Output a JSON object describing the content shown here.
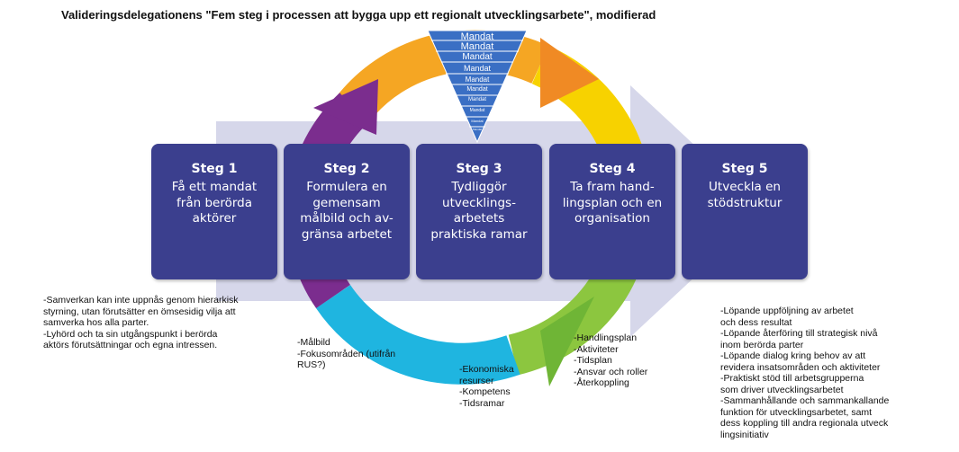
{
  "title": "Valideringsdelegationens \"Fem steg i processen att bygga upp ett regionalt utvecklingsarbete\", modifierad",
  "pyramid": {
    "labels": [
      "Mandat",
      "Mandat",
      "Mandat",
      "Mandat",
      "Mandat",
      "Mandat",
      "Mandat",
      "Mandat",
      "Mandat",
      "Mandat"
    ],
    "color": "#3a6fc4"
  },
  "cycle_colors": [
    "#f5a623",
    "#f7d200",
    "#8cc63f",
    "#1fb5e0",
    "#7b2d8e"
  ],
  "steps": [
    {
      "heading": "Steg 1",
      "text": "Få ett mandat\nfrån berörda\naktörer"
    },
    {
      "heading": "Steg 2",
      "text": "Formulera en\ngemensam\nmålbild och av-\ngränsa arbetet"
    },
    {
      "heading": "Steg 3",
      "text": "Tydliggör\nutvecklings-\narbetets\npraktiska ramar"
    },
    {
      "heading": "Steg 4",
      "text": "Ta fram hand-\nlingsplan och en\norganisation"
    },
    {
      "heading": "Steg 5",
      "text": "Utveckla en\nstödstruktur"
    }
  ],
  "notes": {
    "step1": "-Samverkan kan inte uppnås genom hierarkisk\nstyrning, utan förutsätter en ömsesidig vilja att\nsamverka hos alla parter.\n-Lyhörd och ta sin utgångspunkt i berörda\naktörs förutsättningar och egna intressen.",
    "step2": "-Målbild\n-Fokusområden (utifrån\nRUS?)",
    "step3": "-Ekonomiska\nresurser\n-Kompetens\n-Tidsramar",
    "step4": "-Handlingsplan\n-Aktiviteter\n-Tidsplan\n-Ansvar och roller\n-Återkoppling",
    "step5": "-Löpande uppföljning av arbetet\noch dess resultat\n-Löpande återföring till strategisk nivå\ninom berörda parter\n-Löpande dialog kring behov av att\nrevidera insatsområden och aktiviteter\n-Praktiskt stöd till arbetsgrupperna\nsom driver utvecklingsarbetet\n-Sammanhållande och sammankallande\nfunktion för utvecklingsarbetet, samt\ndess koppling till andra regionala utveck\nlingsinitiativ"
  }
}
